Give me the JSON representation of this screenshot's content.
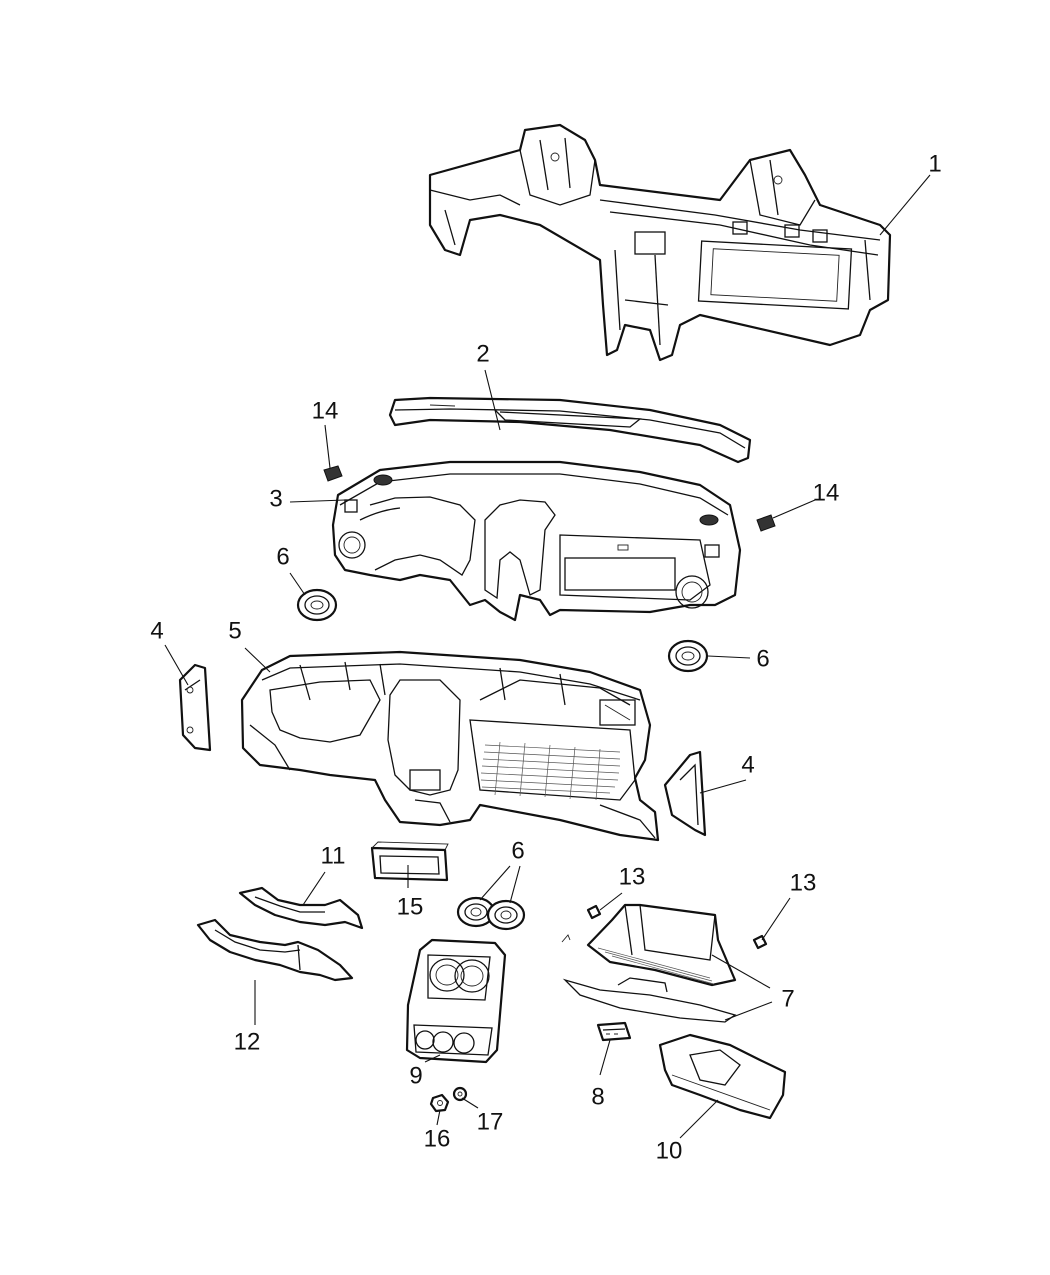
{
  "callouts": {
    "c1": "1",
    "c2": "2",
    "c3": "3",
    "c4a": "4",
    "c4b": "4",
    "c5": "5",
    "c6a": "6",
    "c6b": "6",
    "c6c": "6",
    "c7": "7",
    "c8": "8",
    "c9": "9",
    "c10": "10",
    "c11": "11",
    "c12": "12",
    "c13a": "13",
    "c13b": "13",
    "c14a": "14",
    "c14b": "14",
    "c15": "15",
    "c16": "16",
    "c17": "17"
  }
}
